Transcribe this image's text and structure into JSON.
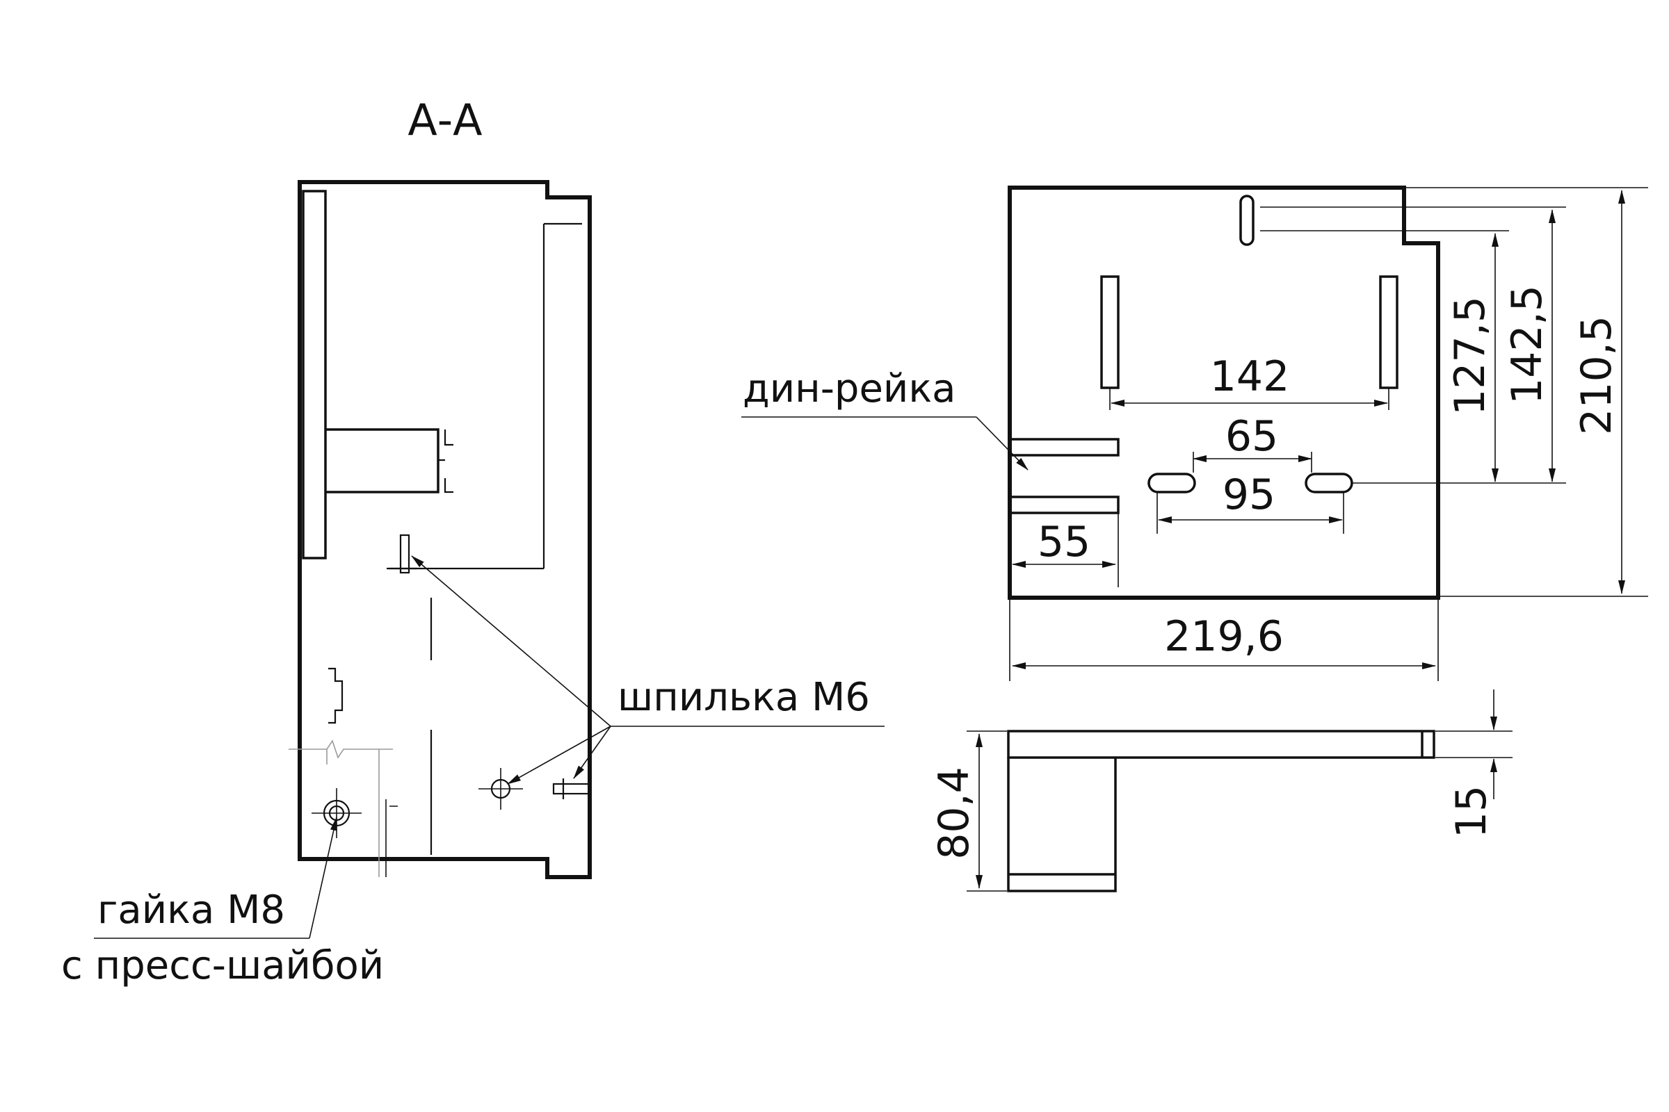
{
  "section_title": "А-А",
  "labels": {
    "din_rail": "дин-рейка",
    "stud": "шпилька М6",
    "nut_line1": "гайка М8",
    "nut_line2": "с пресс-шайбой"
  },
  "dimensions": {
    "d142": "142",
    "d65": "65",
    "d95": "95",
    "d55": "55",
    "d219_6": "219,6",
    "d127_5": "127,5",
    "d142_5": "142,5",
    "d210_5": "210,5",
    "d80_4": "80,4",
    "d15": "15"
  },
  "colors": {
    "line": "#111111",
    "helper_line": "#9a9a9a",
    "background": "#ffffff"
  }
}
